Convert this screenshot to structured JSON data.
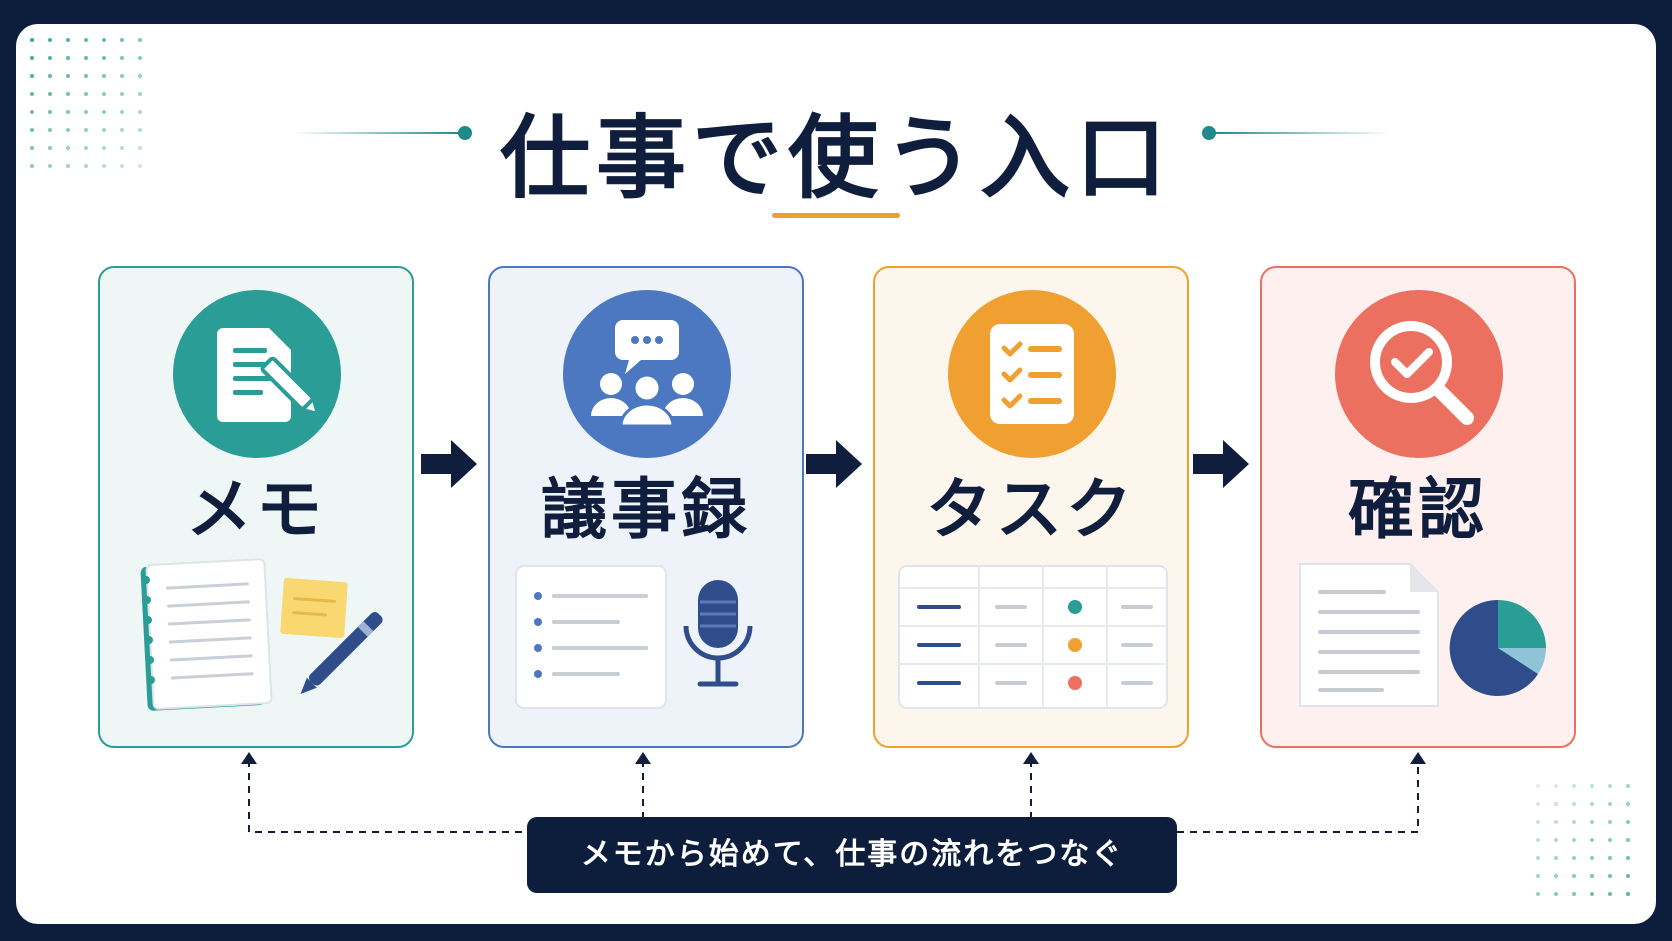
{
  "title": "仕事で使う入口",
  "colors": {
    "teal": "#2a9d96",
    "blue": "#4b78c0",
    "orange": "#f0a030",
    "red": "#ec7060",
    "navy": "#0f1e3c"
  },
  "steps": [
    {
      "label": "メモ",
      "icon": "document-pen-icon"
    },
    {
      "label": "議事録",
      "icon": "meeting-chat-icon"
    },
    {
      "label": "タスク",
      "icon": "checklist-icon"
    },
    {
      "label": "確認",
      "icon": "magnifier-check-icon"
    }
  ],
  "footer": "メモから始めて、仕事の流れをつなぐ"
}
